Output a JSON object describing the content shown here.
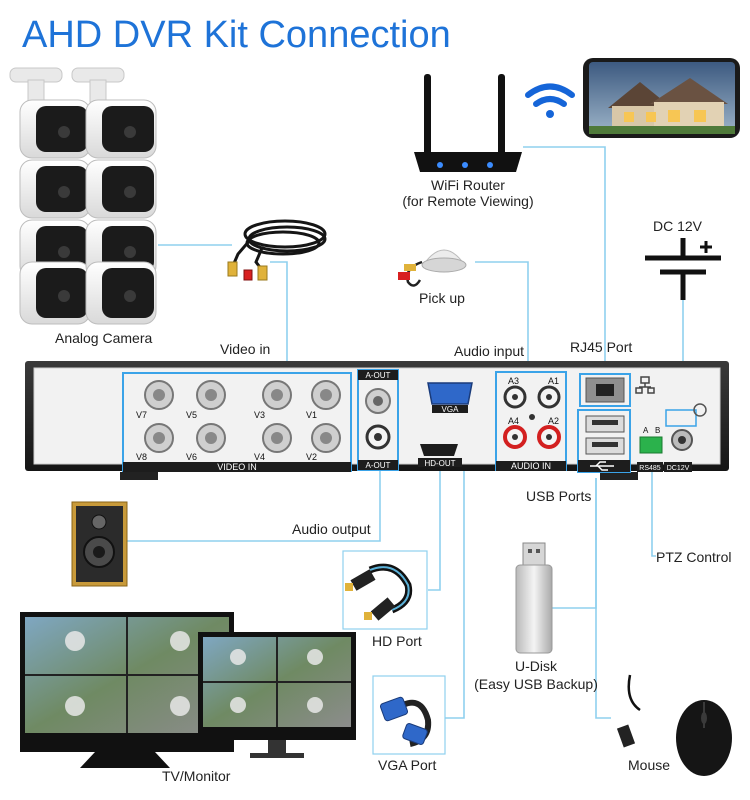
{
  "title": "AHD DVR Kit Connection",
  "labels": {
    "analog_camera": "Analog Camera",
    "video_in": "Video in",
    "wifi_router": "WiFi Router",
    "wifi_router_note": "(for Remote Viewing)",
    "pick_up": "Pick up",
    "audio_input": "Audio input",
    "rj45_port": "RJ45 Port",
    "dc_12v": "DC 12V",
    "audio_output": "Audio output",
    "usb_ports": "USB Ports",
    "ptz_control": "PTZ Control",
    "hd_port": "HD Port",
    "u_disk": "U-Disk",
    "u_disk_note": "(Easy USB Backup)",
    "tv_monitor": "TV/Monitor",
    "vga_port": "VGA Port",
    "mouse": "Mouse"
  },
  "dvr_panel": {
    "video_in": "VIDEO IN",
    "audio_in": "AUDIO IN",
    "a_out_top": "A-OUT",
    "a_out_bottom": "A-OUT",
    "vga": "VGA",
    "hd_out": "HD-OUT",
    "rs485": "RS485",
    "rs485_a": "A",
    "rs485_b": "B",
    "dc12v": "DC12V",
    "video_channels": [
      "V7",
      "V5",
      "V3",
      "V1",
      "V8",
      "V6",
      "V4",
      "V2"
    ],
    "audio_channels": [
      "A3",
      "A1",
      "A4",
      "A2"
    ]
  },
  "icons": [
    "wifi-icon",
    "network-icon",
    "usb-icon",
    "ground-icon",
    "battery-symbol-icon"
  ],
  "colors": {
    "title": "#1e73d8",
    "connector_line": "#8fd0ee",
    "panel_border": "#3aa3e8",
    "dvr_body": "#1d1d1d",
    "wifi": "#1565d8",
    "red_rca": "#d32020"
  }
}
